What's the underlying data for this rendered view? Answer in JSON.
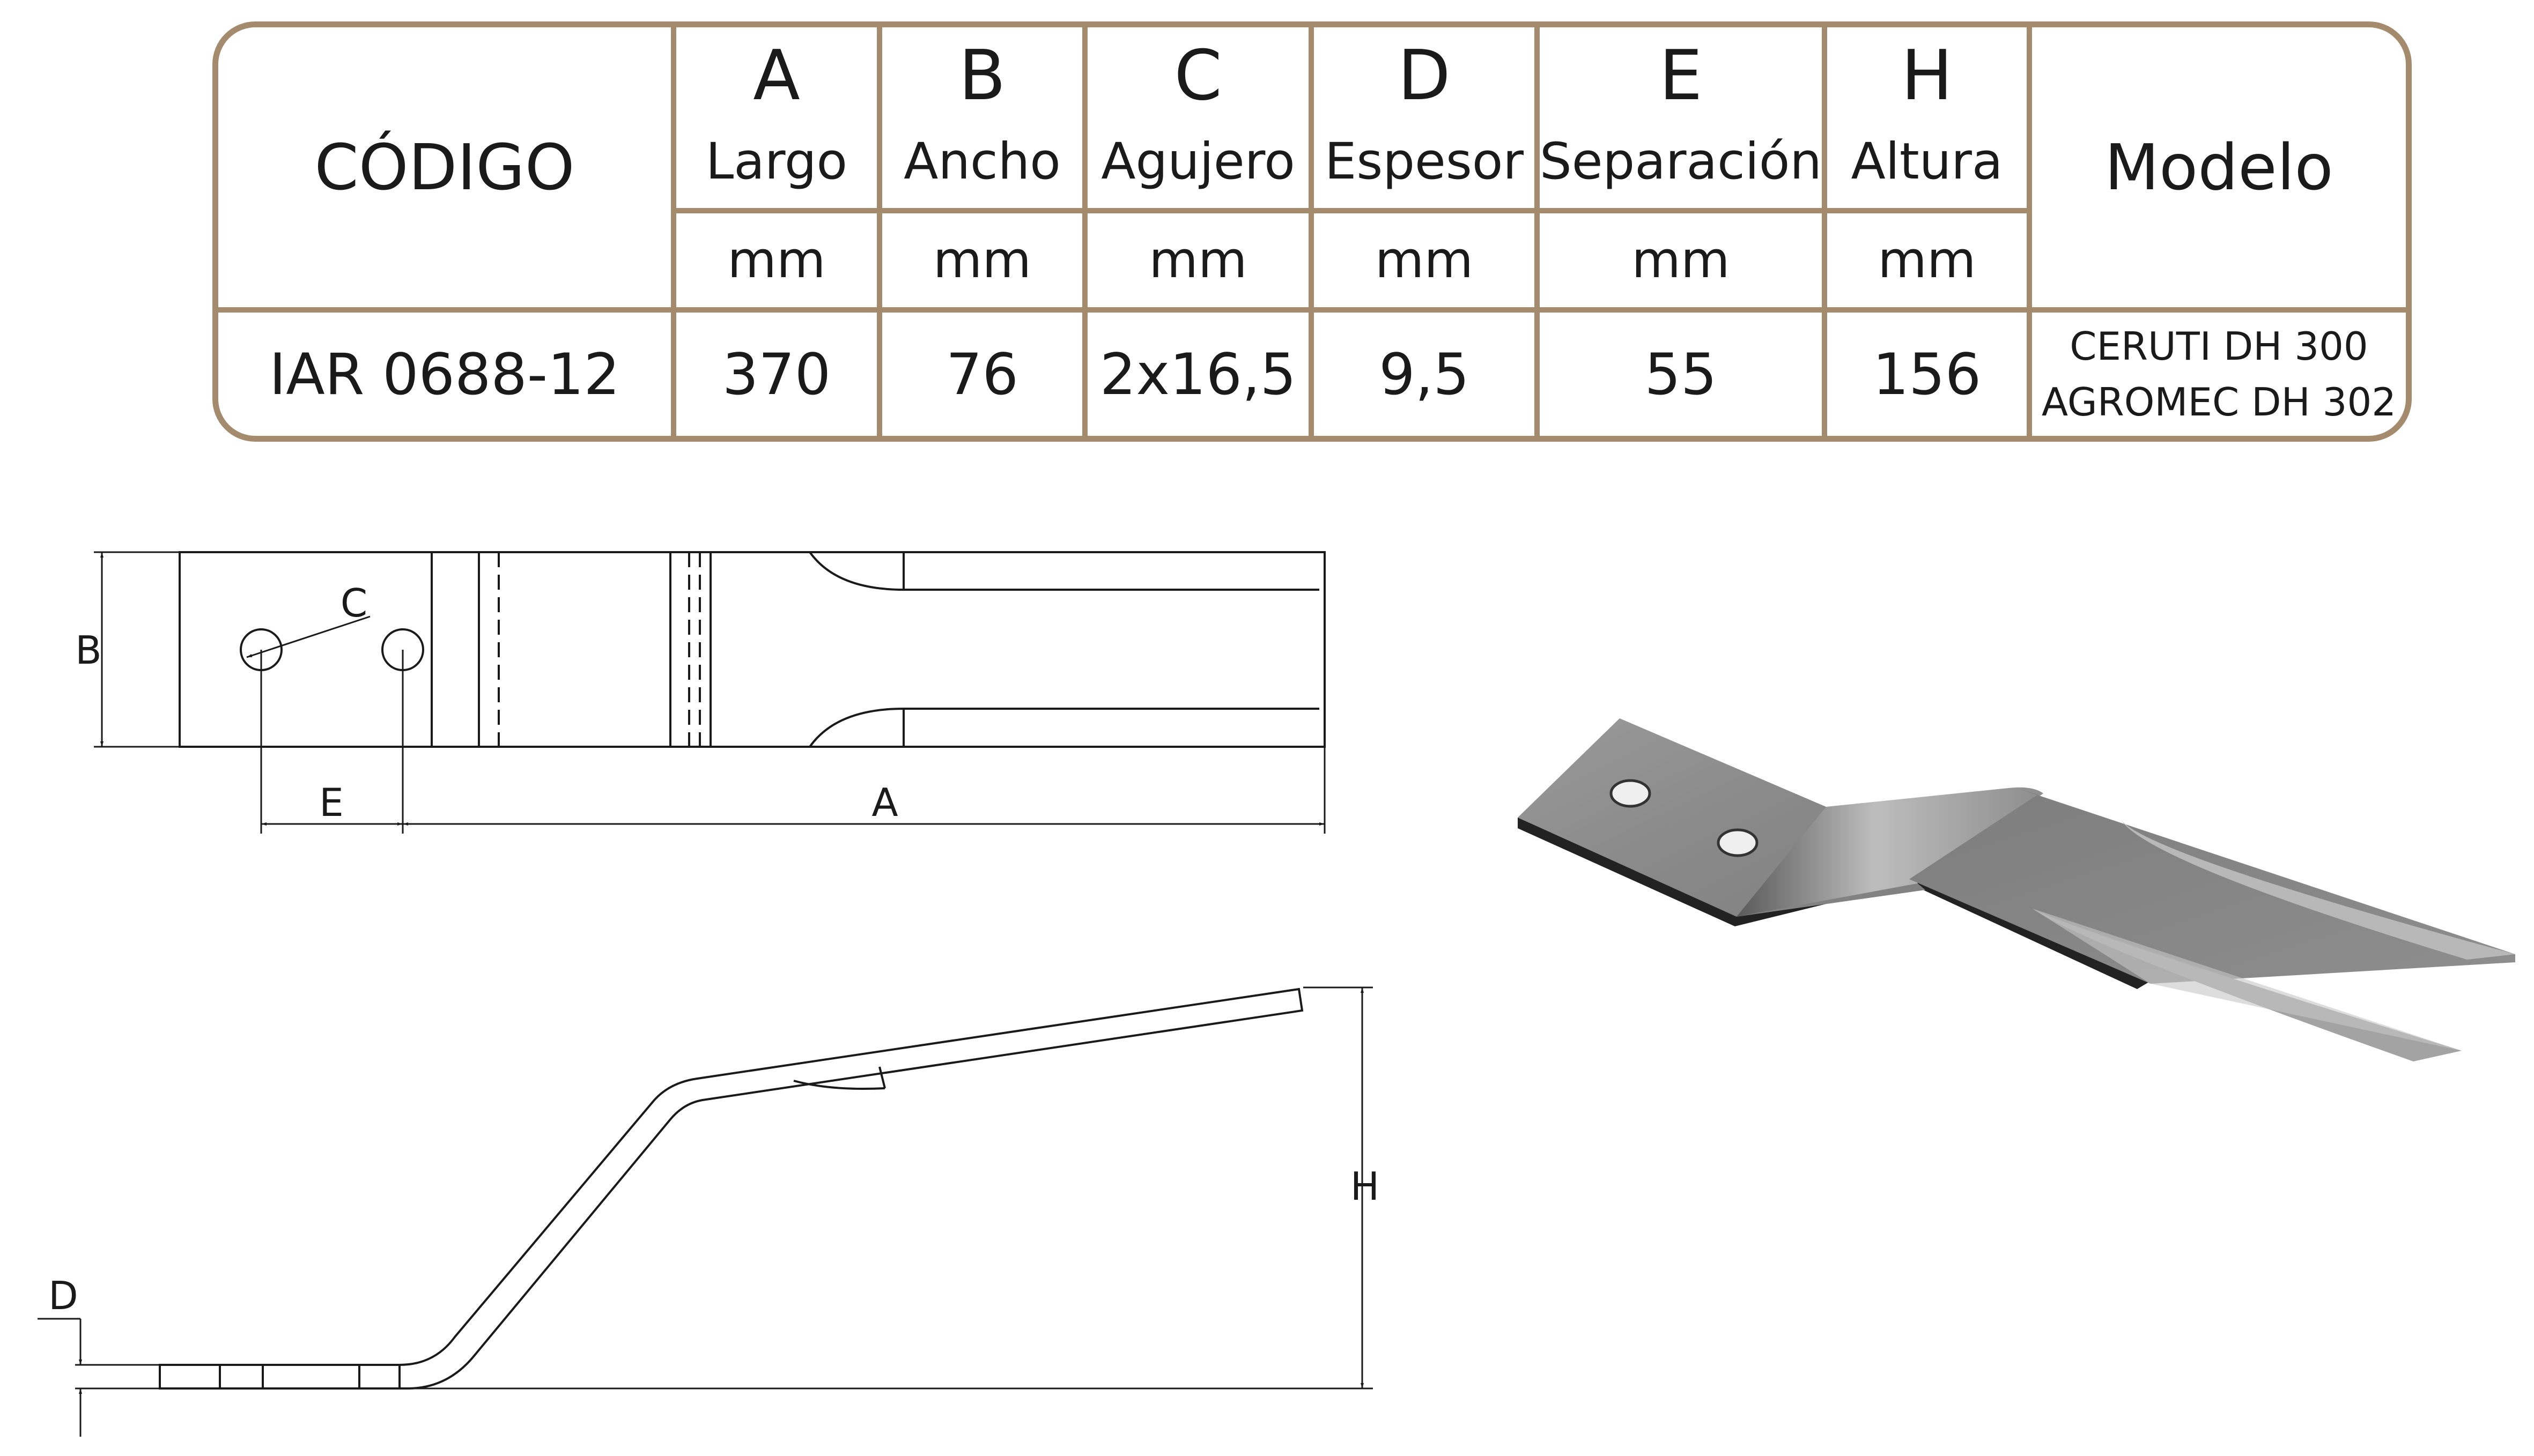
{
  "table": {
    "codigo_header": "CÓDIGO",
    "modelo_header": "Modelo",
    "columns": [
      {
        "letter": "A",
        "name": "Largo",
        "unit": "mm"
      },
      {
        "letter": "B",
        "name": "Ancho",
        "unit": "mm"
      },
      {
        "letter": "C",
        "name": "Agujero",
        "unit": "mm"
      },
      {
        "letter": "D",
        "name": "Espesor",
        "unit": "mm"
      },
      {
        "letter": "E",
        "name": "Separación",
        "unit": "mm"
      },
      {
        "letter": "H",
        "name": "Altura",
        "unit": "mm"
      }
    ],
    "row": {
      "codigo": "IAR 0688-12",
      "values": [
        "370",
        "76",
        "2x16,5",
        "9,5",
        "55",
        "156"
      ],
      "modelo": [
        "CERUTI DH 300",
        "AGROMEC DH 302"
      ]
    },
    "border_color": "#a58b6e"
  },
  "top_view": {
    "labels": {
      "A": "A",
      "B": "B",
      "C": "C",
      "E": "E"
    }
  },
  "side_view": {
    "labels": {
      "D": "D",
      "H": "H"
    }
  }
}
